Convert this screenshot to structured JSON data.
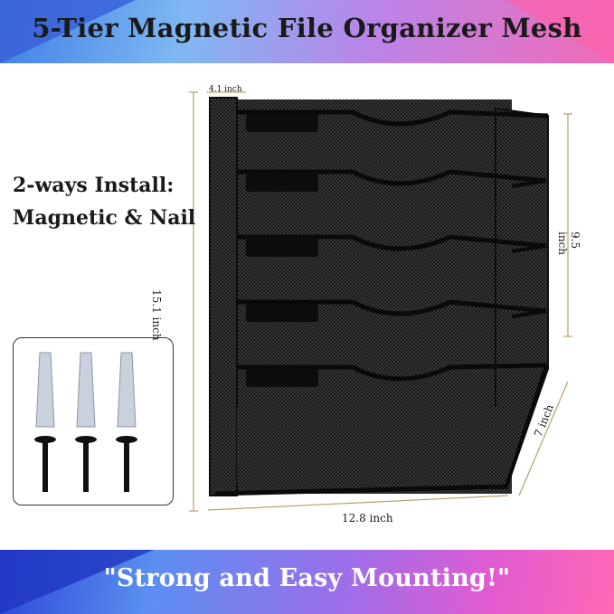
{
  "title": "5-Tier Magnetic File Organizer Mesh",
  "slogan": "\"Strong and Easy Mounting!\"",
  "install": {
    "line1": "2-ways Install:",
    "line2": "Magnetic & Nail"
  },
  "dimensions": {
    "width": "12.8 inch",
    "height_total": "15.1 inch",
    "height_back": "9.5 inch",
    "depth": "7 inch",
    "top_depth": "4.1 inch"
  },
  "colors": {
    "banner_blue": "#3f7fe6",
    "banner_pink": "#f06bb6",
    "product": "#1c1c1c",
    "dimension_line": "#b8a06a"
  }
}
